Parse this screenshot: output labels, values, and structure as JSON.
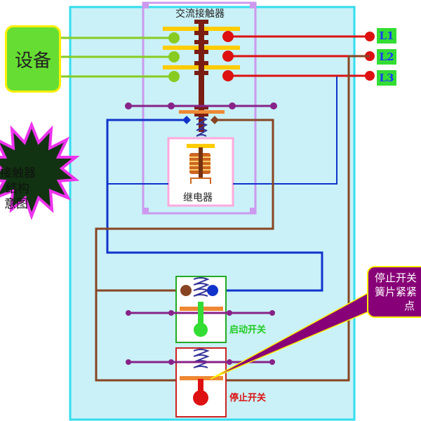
{
  "title_contactor": "交流接触器",
  "device_label": "设备",
  "relay_label": "继电器",
  "start_switch_label": "启动开关",
  "stop_switch_label": "停止开关",
  "terminals": [
    "L1",
    "L2",
    "L3"
  ],
  "starburst_lines": [
    "接触器",
    "结构",
    "意图"
  ],
  "callout_lines": [
    "停止开关",
    "簧片紧紧",
    "点"
  ],
  "colors": {
    "panel_bg": "#c9f1f7",
    "panel_border": "#33ddee",
    "green_wire": "#88cc22",
    "red_wire": "#dd1111",
    "brown_wire": "#884422",
    "blue_wire": "#1133cc",
    "purple_wire": "#882288",
    "yellow_bar": "#ffcc00",
    "contactor_frame": "#cc99ee",
    "callout_bg": "#880077"
  }
}
